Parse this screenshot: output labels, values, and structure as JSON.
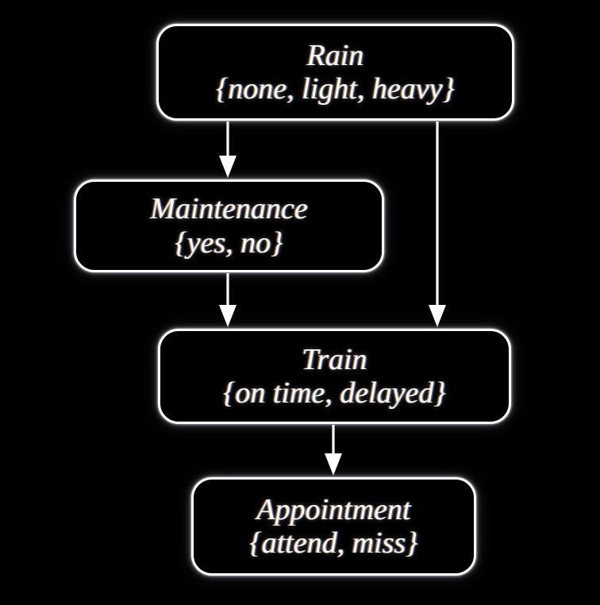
{
  "diagram": {
    "type": "bayesian-network",
    "background_color": "#000000",
    "node_border_color": "#fdfdfd",
    "text_color": "#fdfbf8",
    "edge_color": "#ffffff",
    "nodes": [
      {
        "id": "rain",
        "title": "Rain",
        "states": "{none, light, heavy}"
      },
      {
        "id": "maintenance",
        "title": "Maintenance",
        "states": "{yes, no}"
      },
      {
        "id": "train",
        "title": "Train",
        "states": "{on time, delayed}"
      },
      {
        "id": "appointment",
        "title": "Appointment",
        "states": "{attend, miss}"
      }
    ],
    "edges": [
      {
        "from": "rain",
        "to": "maintenance"
      },
      {
        "from": "rain",
        "to": "train"
      },
      {
        "from": "maintenance",
        "to": "train"
      },
      {
        "from": "train",
        "to": "appointment"
      }
    ]
  }
}
